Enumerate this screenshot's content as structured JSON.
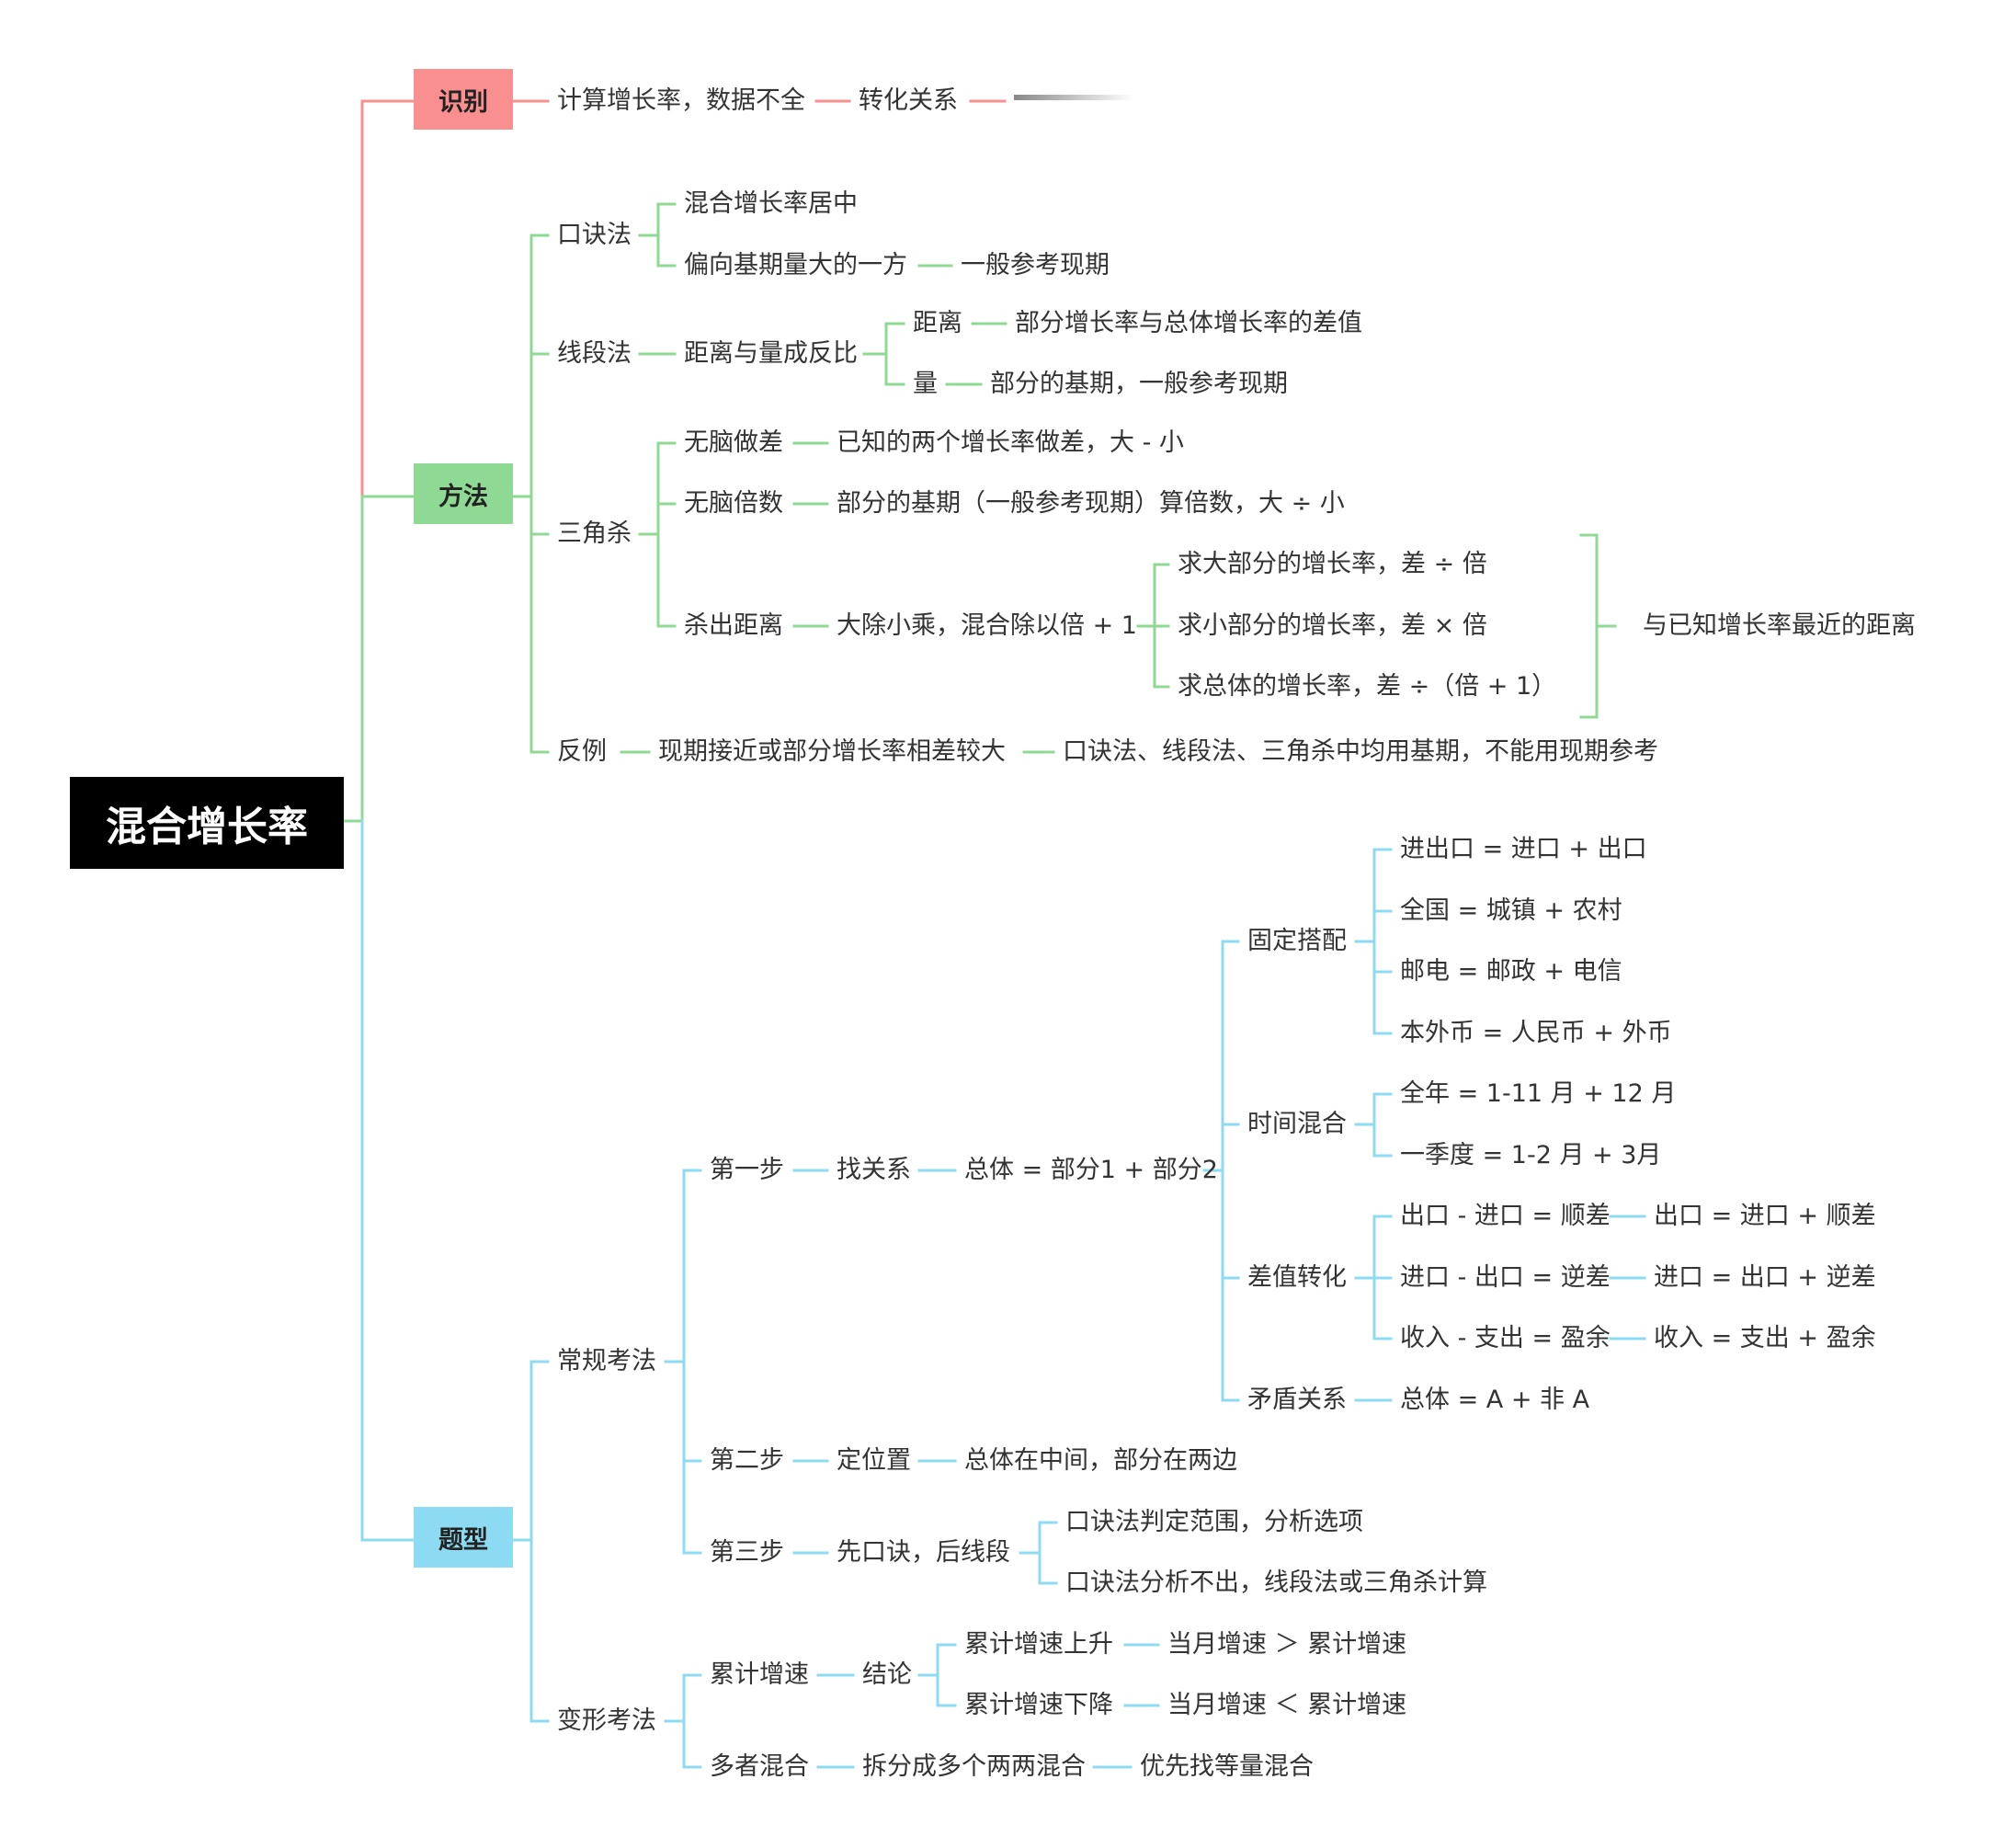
{
  "title": "混合增长率",
  "colors": {
    "identify": "#fa8f8f",
    "method": "#8ed994",
    "type": "#8cdbf2",
    "root_bg": "#000000"
  },
  "identify": {
    "label": "识别",
    "items": [
      "计算增长率，数据不全",
      "转化关系"
    ]
  },
  "method": {
    "label": "方法",
    "koujue": {
      "label": "口诀法",
      "items": [
        "混合增长率居中",
        "偏向基期量大的一方",
        "一般参考现期"
      ]
    },
    "xianduan": {
      "label": "线段法",
      "main": "距离与量成反比",
      "items": [
        "距离",
        "部分增长率与总体增长率的差值",
        "量",
        "部分的基期，一般参考现期"
      ]
    },
    "sanjiao": {
      "label": "三角杀",
      "items": [
        "无脑做差",
        "已知的两个增长率做差，大 - 小",
        "无脑倍数",
        "部分的基期（一般参考现期）算倍数，大 ÷ 小",
        "杀出距离",
        "大除小乘，混合除以倍 + 1"
      ],
      "sub": [
        "求大部分的增长率，差 ÷ 倍",
        "求小部分的增长率，差 × 倍",
        "求总体的增长率，差 ÷（倍 + 1）"
      ],
      "note": "与已知增长率最近的距离"
    },
    "fanli": {
      "label": "反例",
      "items": [
        "现期接近或部分增长率相差较大",
        "口诀法、线段法、三角杀中均用基期，不能用现期参考"
      ]
    }
  },
  "type": {
    "label": "题型",
    "changgui": {
      "label": "常规考法",
      "step1": {
        "label": "第一步",
        "action": "找关系",
        "formula": "总体 = 部分1 + 部分2"
      },
      "groups": {
        "guding": {
          "label": "固定搭配",
          "items": [
            "进出口 = 进口 + 出口",
            "全国 = 城镇 + 农村",
            "邮电 = 邮政 + 电信",
            "本外币 = 人民币 + 外币"
          ]
        },
        "shijian": {
          "label": "时间混合",
          "items": [
            "全年 = 1-11 月 + 12 月",
            "一季度 = 1-2 月 + 3月"
          ]
        },
        "chazhi": {
          "label": "差值转化",
          "items": [
            "出口 - 进口 = 顺差",
            "出口 = 进口 + 顺差",
            "进口 - 出口 = 逆差",
            "进口 = 出口 + 逆差",
            "收入 - 支出 = 盈余",
            "收入 = 支出 + 盈余"
          ]
        },
        "maodun": {
          "label": "矛盾关系",
          "items": [
            "总体 = A + 非 A"
          ]
        }
      },
      "step2": {
        "label": "第二步",
        "action": "定位置",
        "result": "总体在中间，部分在两边"
      },
      "step3": {
        "label": "第三步",
        "action": "先口诀，后线段",
        "items": [
          "口诀法判定范围，分析选项",
          "口诀法分析不出，线段法或三角杀计算"
        ]
      }
    },
    "bianxing": {
      "label": "变形考法",
      "leiji": {
        "label": "累计增速",
        "conclusion": "结论",
        "items": [
          "累计增速上升",
          "当月增速 ＞ 累计增速",
          "累计增速下降",
          "当月增速 ＜ 累计增速"
        ]
      },
      "duozhe": {
        "label": "多者混合",
        "items": [
          "拆分成多个两两混合",
          "优先找等量混合"
        ]
      }
    }
  }
}
